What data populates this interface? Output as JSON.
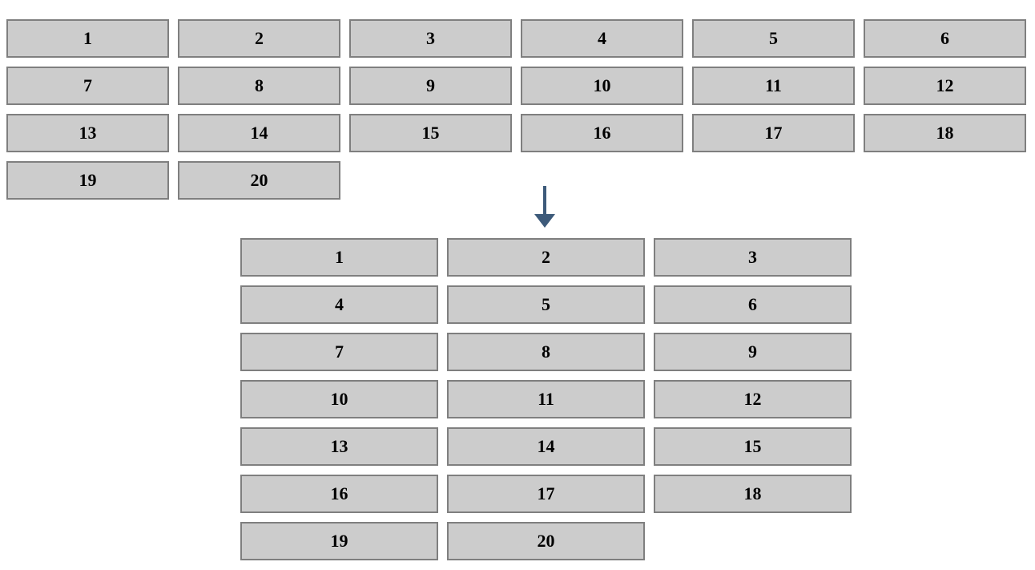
{
  "colors": {
    "cell_fill": "#cccccc",
    "cell_border": "#7f7f7f",
    "arrow": "#3d5a7a",
    "text": "#000000"
  },
  "top_grid": {
    "columns": 6,
    "items": [
      "1",
      "2",
      "3",
      "4",
      "5",
      "6",
      "7",
      "8",
      "9",
      "10",
      "11",
      "12",
      "13",
      "14",
      "15",
      "16",
      "17",
      "18",
      "19",
      "20"
    ]
  },
  "arrow": {
    "icon": "arrow-down-icon",
    "direction": "down"
  },
  "bottom_grid": {
    "columns": 3,
    "items": [
      "1",
      "2",
      "3",
      "4",
      "5",
      "6",
      "7",
      "8",
      "9",
      "10",
      "11",
      "12",
      "13",
      "14",
      "15",
      "16",
      "17",
      "18",
      "19",
      "20"
    ]
  }
}
